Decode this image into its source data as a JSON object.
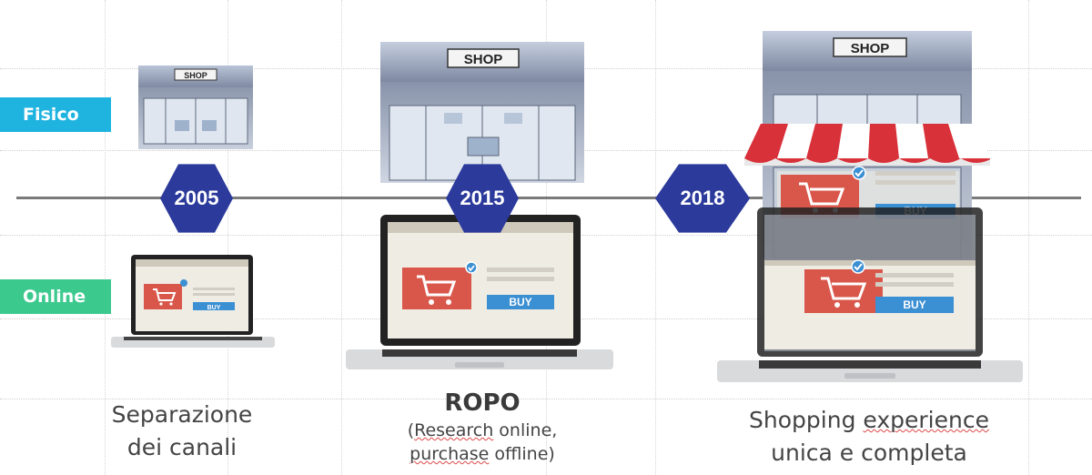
{
  "rows": {
    "fisico": "Fisico",
    "online": "Online"
  },
  "milestones": [
    {
      "year": "2005"
    },
    {
      "year": "2015"
    },
    {
      "year": "2018"
    }
  ],
  "shop_sign": "SHOP",
  "buy_label": "BUY",
  "captions": {
    "c1_line1": "Separazione",
    "c1_line2": "dei canali",
    "c2_title": "ROPO",
    "c2_sub1a": "(",
    "c2_sub1b": "Research",
    "c2_sub1c": " online,",
    "c2_sub2a": "purchase",
    "c2_sub2b": " offline)",
    "c3_line1a": "Shopping ",
    "c3_line1b": "experience",
    "c3_line2": "unica e completa"
  },
  "colors": {
    "fisico": "#1fb3e0",
    "online": "#3cc98e",
    "hex": "#2b3a9b",
    "cart": "#d9574a",
    "buy": "#3b8fd3"
  }
}
